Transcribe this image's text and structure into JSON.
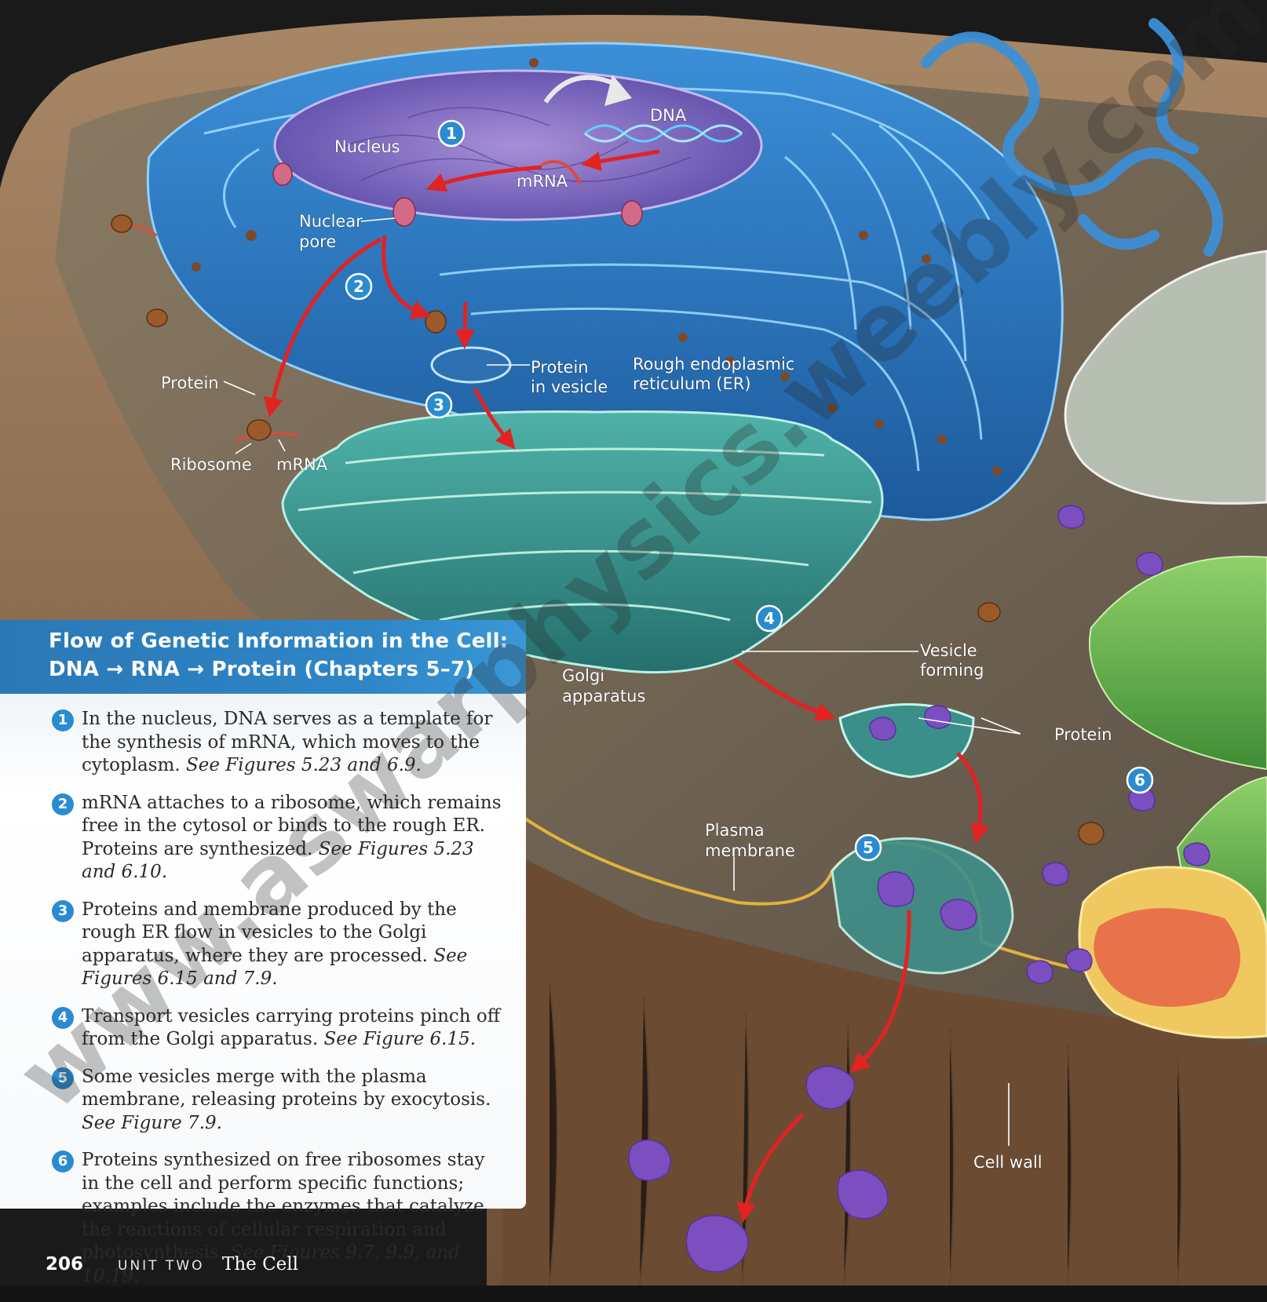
{
  "diagram": {
    "labels": {
      "nucleus": "Nucleus",
      "dna": "DNA",
      "mrna_nucleus": "mRNA",
      "nuclear_pore_1": "Nuclear",
      "nuclear_pore_2": "pore",
      "protein_left": "Protein",
      "ribosome": "Ribosome",
      "mrna_left": "mRNA",
      "protein_vesicle_1": "Protein",
      "protein_vesicle_2": "in vesicle",
      "rough_er_1": "Rough endoplasmic",
      "rough_er_2": "reticulum (ER)",
      "golgi_1": "Golgi",
      "golgi_2": "apparatus",
      "vesicle_forming_1": "Vesicle",
      "vesicle_forming_2": "forming",
      "protein_right": "Protein",
      "plasma_membrane_1": "Plasma",
      "plasma_membrane_2": "membrane",
      "cell_wall": "Cell wall"
    },
    "markers": [
      "1",
      "2",
      "3",
      "4",
      "5",
      "6"
    ]
  },
  "panel": {
    "title_line1": "Flow of Genetic Information in the Cell:",
    "title_line2": "DNA → RNA → Protein (Chapters 5–7)",
    "steps": [
      {
        "num": "1",
        "text": "In the nucleus, DNA serves as a template for the synthesis of mRNA, which moves to the cytoplasm.",
        "ref": "See Figures 5.23 and 6.9."
      },
      {
        "num": "2",
        "text": "mRNA attaches to a ribosome, which remains free in the cytosol or binds to the rough ER. Proteins are synthesized.",
        "ref": "See Figures 5.23 and 6.10."
      },
      {
        "num": "3",
        "text": "Proteins and membrane produced by the rough ER flow in vesicles to the Golgi apparatus, where they are processed.",
        "ref": "See Figures 6.15 and 7.9."
      },
      {
        "num": "4",
        "text": "Transport vesicles carrying proteins pinch off from the Golgi apparatus.",
        "ref": "See Figure 6.15."
      },
      {
        "num": "5",
        "text": "Some vesicles merge with the plasma membrane, releasing proteins by exocytosis.",
        "ref": "See Figure 7.9."
      },
      {
        "num": "6",
        "text": "Proteins synthesized on free ribosomes stay in the cell and perform specific functions; examples include the enzymes that catalyze the reactions of cellular respiration and photosynthesis.",
        "ref": "See Figures 9.7, 9.9, and 10.19."
      }
    ]
  },
  "footer": {
    "page_number": "206",
    "unit": "UNIT TWO",
    "chapter": "The Cell"
  },
  "watermark": "www.aswarphysics.weebly.com",
  "colors": {
    "er_blue": "#2a78c4",
    "golgi_teal": "#2f8f8a",
    "arrow_red": "#e32222",
    "marker_blue": "#2a8bd0",
    "protein_purple": "#7b4fbf",
    "cell_wall_brown": "#8f6e4e"
  }
}
